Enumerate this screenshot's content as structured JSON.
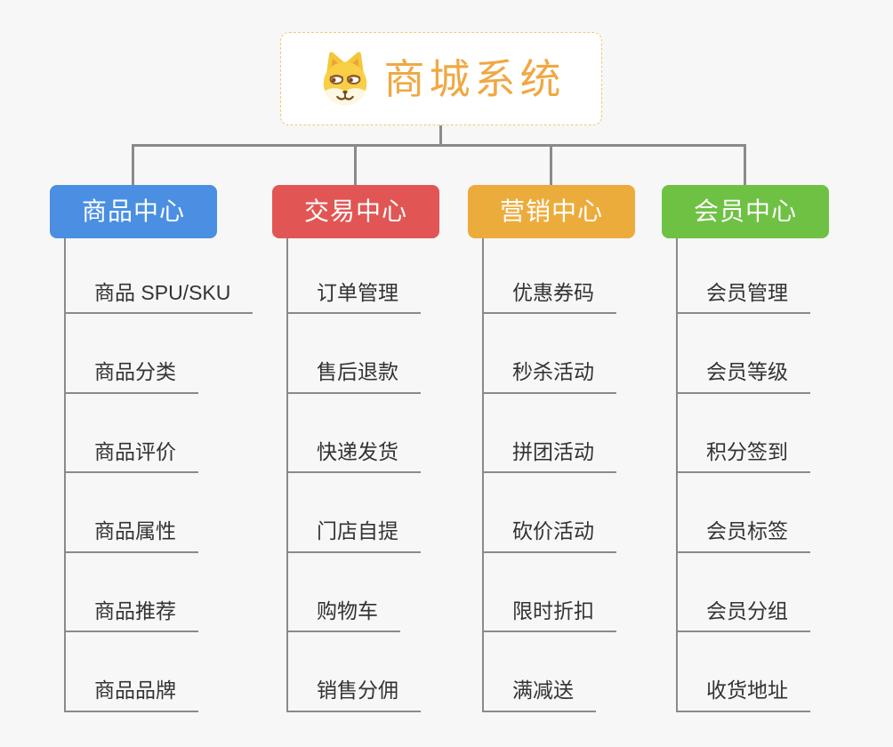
{
  "root": {
    "title": "商城系统",
    "title_color": "#f0a843",
    "border_color": "#f0c878",
    "icon": "dog-face-icon"
  },
  "connector_color": "#8a8a8a",
  "background_color": "#f7f7f7",
  "branches": [
    {
      "label": "商品中心",
      "color": "#4a8fe2",
      "items": [
        "商品 SPU/SKU",
        "商品分类",
        "商品评价",
        "商品属性",
        "商品推荐",
        "商品品牌"
      ]
    },
    {
      "label": "交易中心",
      "color": "#e15654",
      "items": [
        "订单管理",
        "售后退款",
        "快递发货",
        "门店自提",
        "购物车",
        "销售分佣"
      ]
    },
    {
      "label": "营销中心",
      "color": "#ecac3c",
      "items": [
        "优惠券码",
        "秒杀活动",
        "拼团活动",
        "砍价活动",
        "限时折扣",
        "满减送"
      ]
    },
    {
      "label": "会员中心",
      "color": "#6fc143",
      "items": [
        "会员管理",
        "会员等级",
        "积分签到",
        "会员标签",
        "会员分组",
        "收货地址"
      ]
    }
  ]
}
